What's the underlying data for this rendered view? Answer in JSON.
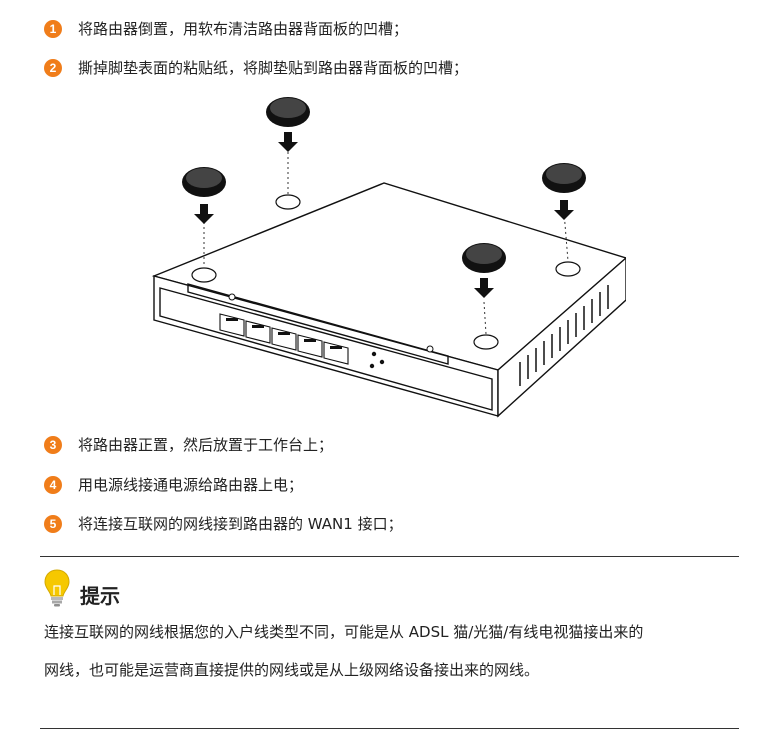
{
  "steps": [
    {
      "num": "1",
      "text": "将路由器倒置，用软布清洁路由器背面板的凹槽；"
    },
    {
      "num": "2",
      "text": "撕掉脚垫表面的粘贴纸，将脚垫贴到路由器背面板的凹槽；"
    },
    {
      "num": "3",
      "text": "将路由器正置，然后放置于工作台上；"
    },
    {
      "num": "4",
      "text": "用电源线接通电源给路由器上电；"
    },
    {
      "num": "5",
      "text": "将连接互联网的网线接到路由器的 WAN1 接口；"
    }
  ],
  "tip": {
    "icon": "lightbulb-icon",
    "title": "提示",
    "line1": "连接互联网的网线根据您的入户线类型不同，可能是从 ADSL 猫/光猫/有线电视猫接出来的",
    "line2": "网线，也可能是运营商直接提供的网线或是从上级网络设备接出来的网线。"
  },
  "colors": {
    "badge": "#f07d1a",
    "bulb": "#f6c800"
  }
}
